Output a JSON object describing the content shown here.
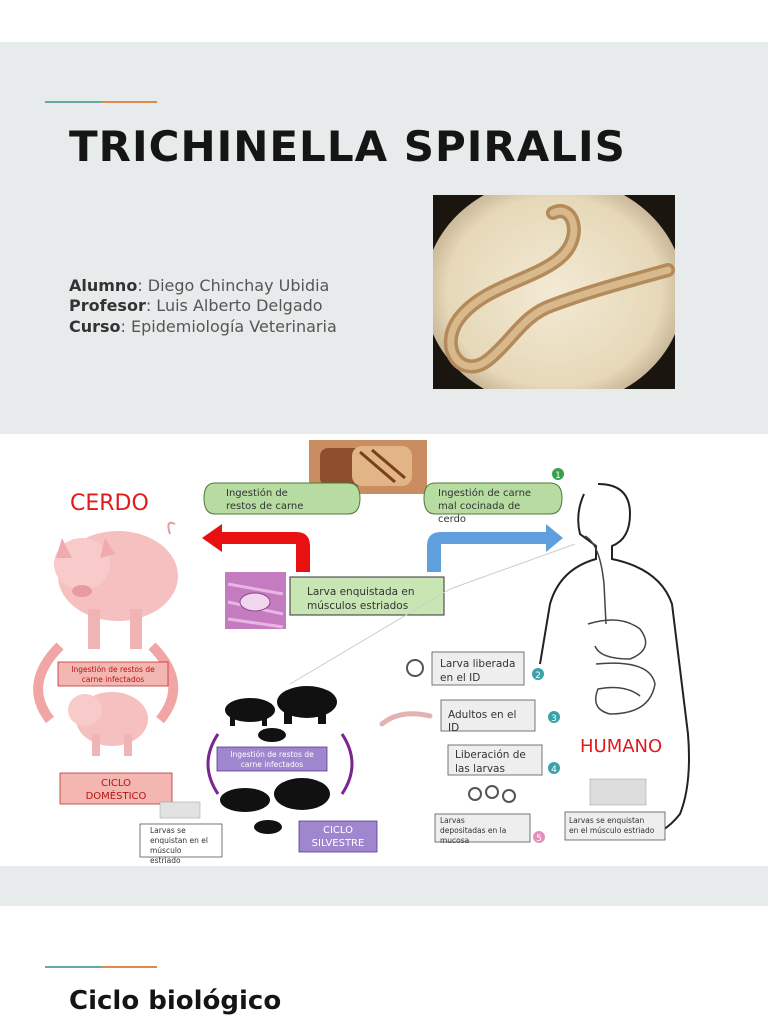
{
  "slide1": {
    "title": "TRICHINELLA SPIRALIS",
    "student_label": "Alumno",
    "student_value": ": Diego Chinchay Ubidia",
    "teacher_label": "Profesor",
    "teacher_value": ": Luis Alberto Delgado",
    "course_label": "Curso",
    "course_value": ": Epidemiología Veterinaria"
  },
  "diagram": {
    "cerdo": "CERDO",
    "humano": "HUMANO",
    "ingest_left_1": "Ingestión de",
    "ingest_left_2": "restos de carne",
    "ingest_right_1": "Ingestión de carne",
    "ingest_right_2": "mal cocinada de",
    "ingest_right_3": "cerdo",
    "larva_musc_1": "Larva enquistada en",
    "larva_musc_2": "músculos estriados",
    "pig_ingest_1": "Ingestión de restos de",
    "pig_ingest_2": "carne infectados",
    "ciclo_dom_1": "CICLO",
    "ciclo_dom_2": "DOMÉSTICO",
    "wild_ingest_1": "Ingestión de restos de",
    "wild_ingest_2": "carne infectados",
    "ciclo_silv_1": "CICLO",
    "ciclo_silv_2": "SILVESTRE",
    "larvas_enq_1": "Larvas se",
    "larvas_enq_2": "enquistan en el",
    "larvas_enq_3": "músculo",
    "larvas_enq_4": "estriado",
    "larva_liberada_1": "Larva liberada",
    "larva_liberada_2": "en el ID",
    "adultos_1": "Adultos en el",
    "adultos_2": "ID",
    "liberacion_1": "Liberación de",
    "liberacion_2": "las larvas",
    "depositadas_1": "Larvas",
    "depositadas_2": "depositadas en la",
    "depositadas_3": "mucosa",
    "enquistan_h_1": "Larvas se enquistan",
    "enquistan_h_2": "en el músculo estriado",
    "step1": "1",
    "step2": "2",
    "step3": "3",
    "step4": "4",
    "step5": "5"
  },
  "slide2": {
    "title": "Ciclo biológico"
  },
  "colors": {
    "accent_teal": "#6aa7a2",
    "accent_orange": "#e0884d",
    "red": "#e11b1b",
    "green_box": "#b7dca1",
    "purple_box": "#9f86cf"
  }
}
